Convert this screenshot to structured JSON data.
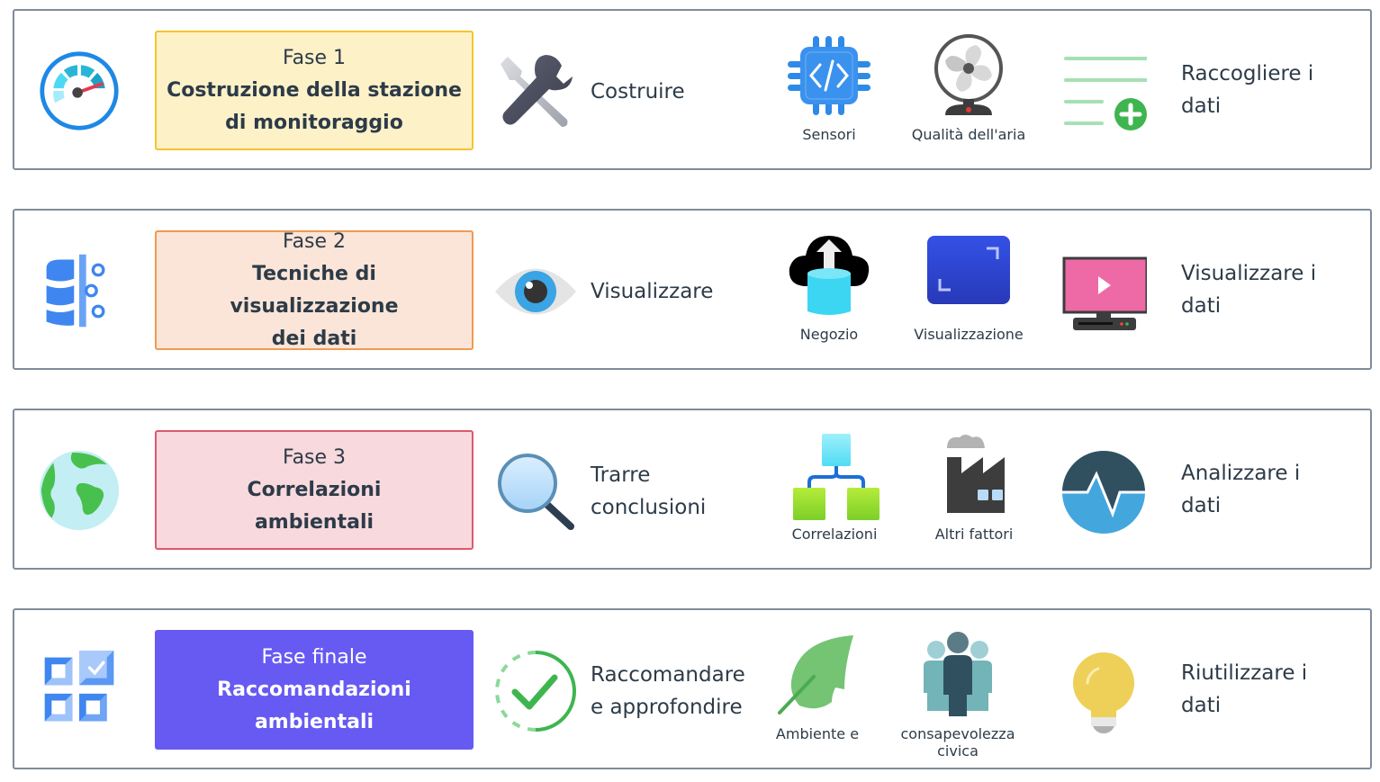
{
  "rows": [
    {
      "phase_icon": "speedometer-icon",
      "phase_number": "Fase 1",
      "phase_title_lines": [
        "Costruzione della stazione",
        "di monitoraggio"
      ],
      "box_colors": {
        "background": "#fdf1c8",
        "border": "#f4c430",
        "text": "#2d3b48"
      },
      "action_icon": "tools-icon",
      "action_lines": [
        "Costruire"
      ],
      "tools": [
        {
          "icon": "chip-code-icon",
          "label": "Sensori"
        },
        {
          "icon": "fan-icon",
          "label": "Qualità dell'aria"
        }
      ],
      "result_icon": "add-list-icon",
      "result_lines": [
        "Raccogliere i",
        "dati"
      ]
    },
    {
      "phase_icon": "database-icon",
      "phase_number": "Fase 2",
      "phase_title_lines": [
        "Tecniche di visualizzazione",
        "dei dati"
      ],
      "box_colors": {
        "background": "#fbe5d8",
        "border": "#ef9a52",
        "text": "#2d3b48"
      },
      "action_icon": "eye-icon",
      "action_lines": [
        "Visualizzare"
      ],
      "tools": [
        {
          "icon": "cloud-upload-database-icon",
          "label": "Negozio"
        },
        {
          "icon": "expand-screen-icon",
          "label": "Visualizzazione"
        }
      ],
      "result_icon": "monitor-play-icon",
      "result_lines": [
        "Visualizzare i",
        "dati"
      ]
    },
    {
      "phase_icon": "globe-icon",
      "phase_number": "Fase 3",
      "phase_title_lines": [
        "Correlazioni",
        "ambientali"
      ],
      "box_colors": {
        "background": "#f8d9dd",
        "border": "#dc5a6e",
        "text": "#2d3b48"
      },
      "action_icon": "magnifier-icon",
      "action_lines": [
        "Trarre",
        "conclusioni"
      ],
      "tools": [
        {
          "icon": "hierarchy-icon",
          "label": "Correlazioni"
        },
        {
          "icon": "factory-icon",
          "label": "Altri fattori"
        }
      ],
      "result_icon": "pulse-icon",
      "result_lines": [
        "Analizzare i",
        "dati"
      ]
    },
    {
      "phase_icon": "checklist-grid-icon",
      "phase_number": "Fase finale",
      "phase_title_lines": [
        "Raccomandazioni",
        "ambientali"
      ],
      "box_colors": {
        "background": "#675af3",
        "border": "#675af3",
        "text": "#ffffff"
      },
      "action_icon": "check-circle-icon",
      "action_lines": [
        "Raccomandare",
        "e approfondire"
      ],
      "tools": [
        {
          "icon": "leaf-icon",
          "label": "Ambiente e"
        },
        {
          "icon": "people-group-icon",
          "label": "consapevolezza civica"
        }
      ],
      "result_icon": "lightbulb-icon",
      "result_lines": [
        "Riutilizzare i",
        "dati"
      ]
    }
  ]
}
